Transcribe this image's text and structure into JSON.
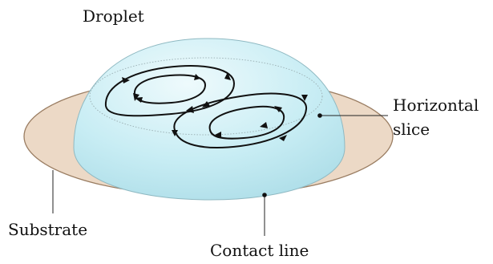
{
  "labels": {
    "droplet": "Droplet",
    "horizontal_slice_line1": "Horizontal",
    "horizontal_slice_line2": "slice",
    "substrate": "Substrate",
    "contact_line": "Contact line"
  },
  "colors": {
    "substrate_fill": "#ecd9c6",
    "substrate_stroke": "#9a7d62",
    "droplet_fill": "#c6ecf3",
    "droplet_highlight": "#e9f8fb",
    "droplet_stroke": "#8fb9c2",
    "slice_stroke": "#9fb4b8",
    "streamline": "#111111",
    "leader_line": "#222222"
  }
}
